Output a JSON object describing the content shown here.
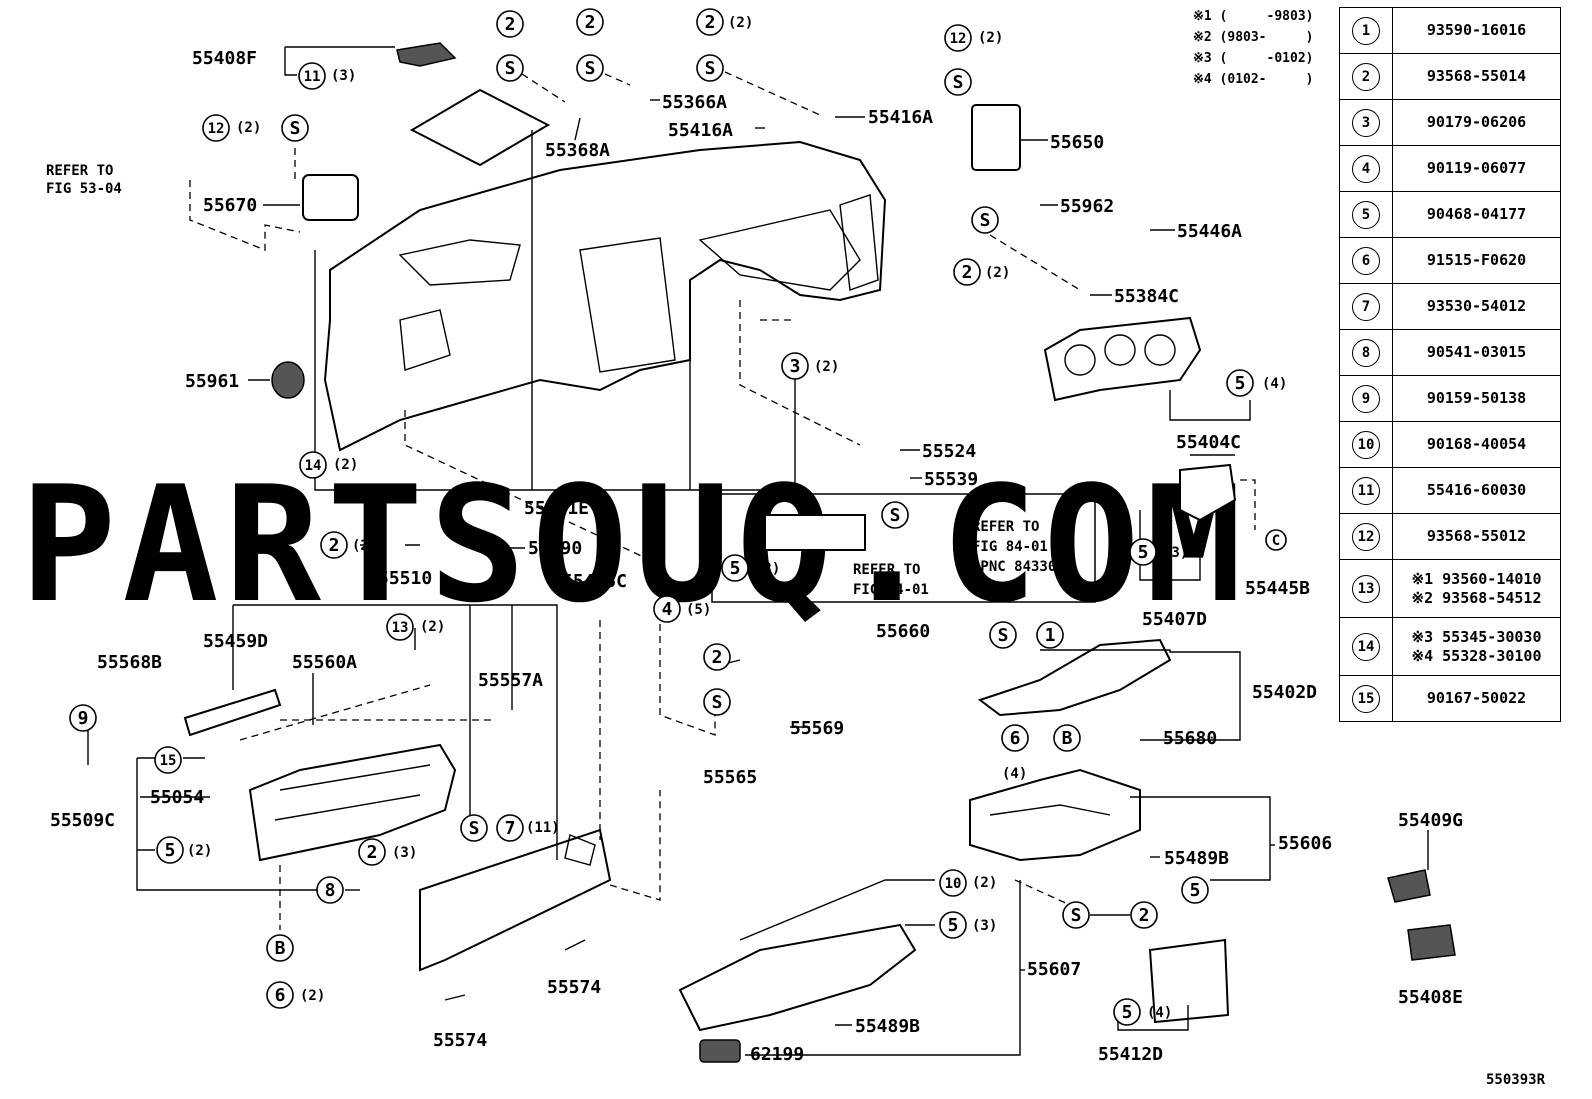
{
  "watermark": "PARTSOUQ.COM",
  "diagram_code": "550393R",
  "date_notes": [
    "※1 (     -9803)",
    "※2 (9803-     )",
    "※3 (     -0102)",
    "※4 (0102-     )"
  ],
  "legend": [
    {
      "index": "1",
      "part_number": "93590-16016"
    },
    {
      "index": "2",
      "part_number": "93568-55014"
    },
    {
      "index": "3",
      "part_number": "90179-06206"
    },
    {
      "index": "4",
      "part_number": "90119-06077"
    },
    {
      "index": "5",
      "part_number": "90468-04177"
    },
    {
      "index": "6",
      "part_number": "91515-F0620"
    },
    {
      "index": "7",
      "part_number": "93530-54012"
    },
    {
      "index": "8",
      "part_number": "90541-03015"
    },
    {
      "index": "9",
      "part_number": "90159-50138"
    },
    {
      "index": "10",
      "part_number": "90168-40054"
    },
    {
      "index": "11",
      "part_number": "55416-60030"
    },
    {
      "index": "12",
      "part_number": "93568-55012"
    },
    {
      "index": "13",
      "part_number": "※1 93560-14010\n※2 93568-54512"
    },
    {
      "index": "14",
      "part_number": "※3 55345-30030\n※4 55328-30100"
    },
    {
      "index": "15",
      "part_number": "90167-50022"
    }
  ],
  "parts": {
    "p55408F": "55408F",
    "p55366A": "55366A",
    "p55368A": "55368A",
    "p55416A_left": "55416A",
    "p55416A_right": "55416A",
    "p55650": "55650",
    "p55670": "55670",
    "p55962": "55962",
    "p55446A": "55446A",
    "p55384C": "55384C",
    "p55961": "55961",
    "p55404C": "55404C",
    "p55524": "55524",
    "p55539": "55539",
    "p55401E": "55401E",
    "p55590": "55590",
    "p55510": "55510",
    "p55445C": "55445C",
    "p55660": "55660",
    "p55407D": "55407D",
    "p55445B": "55445B",
    "p55459D": "55459D",
    "p55560A": "55560A",
    "p55568B": "55568B",
    "p55557A": "55557A",
    "p55569": "55569",
    "p55565": "55565",
    "p55402D": "55402D",
    "p55680": "55680",
    "p55054": "55054",
    "p55509C": "55509C",
    "p55606": "55606",
    "p55489B_upper": "55489B",
    "p55409G": "55409G",
    "p55574_right": "55574",
    "p55607": "55607",
    "p55574_left": "55574",
    "p55489B_lower": "55489B",
    "p55408E": "55408E",
    "p55412D": "55412D",
    "p62199": "62199"
  },
  "references": {
    "fig53_line1": "REFER TO",
    "fig53_line2": "FIG 53-04",
    "fig84a_line1": "REFER TO",
    "fig84a_line2": "FIG 84-01",
    "fig84a_line3": "(PNC 84330)",
    "fig84b_line1": "REFER TO",
    "fig84b_line2": "FIG 84-01"
  },
  "callouts": {
    "c2_a": "2",
    "s_a": "S",
    "c2_b": "2",
    "s_b": "S",
    "c2_c": "2",
    "q2_c": "(2)",
    "s_c": "S",
    "c12_a": "12",
    "q12_a": "(2)",
    "s_12a": "S",
    "c11": "11",
    "q11": "(3)",
    "c12_b": "12",
    "q12_b": "(2)",
    "s_12b": "S",
    "s_d": "S",
    "c2_d": "2",
    "q2_d": "(2)",
    "c3": "3",
    "q3": "(2)",
    "c5_a": "5",
    "q5_a": "(4)",
    "c14": "14",
    "q14": "(2)",
    "c2_e": "2",
    "q2_e": "(2)",
    "c5_b": "5",
    "q5_b": "(2)",
    "s_e": "S",
    "c5_c": "5",
    "q5_c": "(3)",
    "c_letter": "C",
    "c4": "4",
    "q4": "(5)",
    "c13": "13",
    "q13": "(2)",
    "s_f": "S",
    "c1": "1",
    "c2_f": "2",
    "s_g": "S",
    "c6_a": "6",
    "b_a": "B",
    "q6_a": "(4)",
    "c9": "9",
    "c15": "15",
    "s_h": "S",
    "c7": "7",
    "q7": "(11)",
    "c5_d": "5",
    "q5_d": "(2)",
    "c2_g": "2",
    "q2_g": "(3)",
    "c8": "8",
    "c10": "10",
    "q10": "(2)",
    "c5_e": "5",
    "s_i": "S",
    "c2_h": "2",
    "c5_f": "5",
    "q5_f": "(3)",
    "b_b": "B",
    "c6_b": "6",
    "q6_b": "(2)",
    "c5_g": "5",
    "q5_g": "(4)"
  }
}
